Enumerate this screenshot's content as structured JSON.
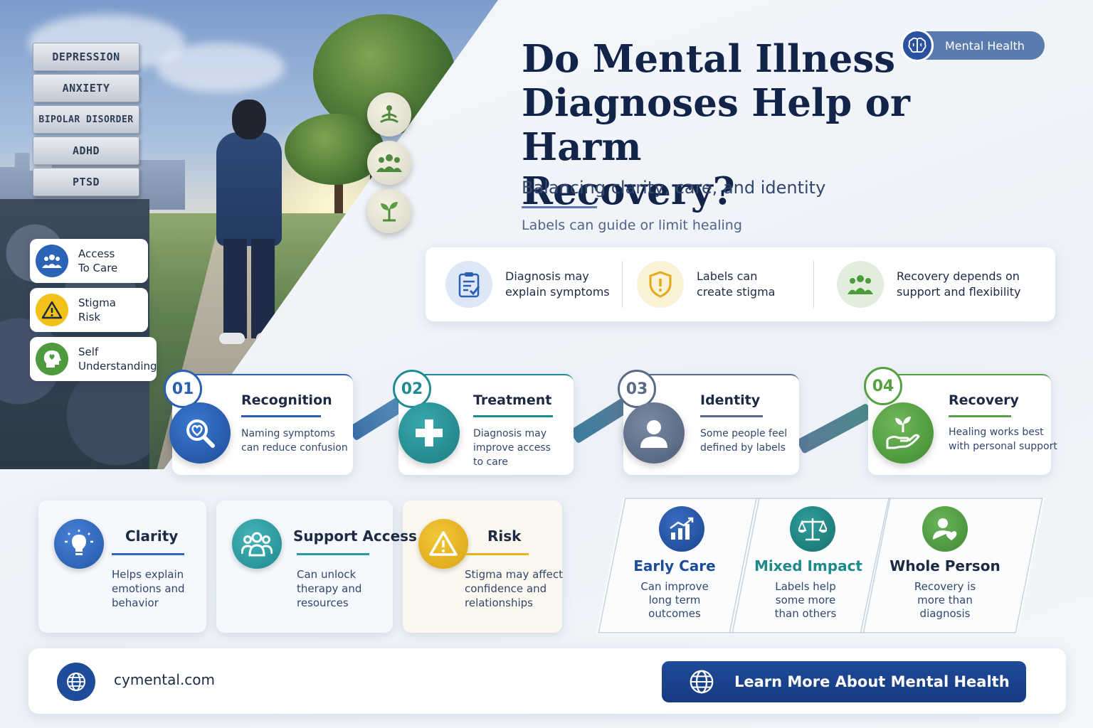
{
  "hero": {
    "signs": [
      "DEPRESSION",
      "ANXIETY",
      "BIPOLAR DISORDER",
      "ADHD",
      "PTSD"
    ],
    "float_icons": [
      "meditation-icon",
      "group-icon",
      "sprout-icon"
    ],
    "side_cards": [
      {
        "line1": "Access",
        "line2": "To Care",
        "icon": "people-icon",
        "color": "#2b63b8"
      },
      {
        "line1": "Stigma",
        "line2": "Risk",
        "icon": "warning-icon",
        "color": "#f2c21a"
      },
      {
        "line1": "Self",
        "line2": "Understanding",
        "icon": "head-heart-icon",
        "color": "#4f9a3f"
      }
    ]
  },
  "header": {
    "title_line1": "Do Mental Illness",
    "title_line2": "Diagnoses Help or Harm",
    "title_line3": "Recovery?",
    "subtitle": "Balancing clarity, care, and identity",
    "tagline": "Labels can guide or limit healing",
    "badge": "Mental Health"
  },
  "facts": [
    {
      "line1": "Diagnosis may",
      "line2": "explain symptoms",
      "icon": "clipboard-check-icon"
    },
    {
      "line1": "Labels can",
      "line2": "create stigma",
      "icon": "shield-alert-icon"
    },
    {
      "line1": "Recovery depends on",
      "line2": "support and flexibility",
      "icon": "group-icon"
    }
  ],
  "steps": [
    {
      "num": "01",
      "title": "Recognition",
      "desc1": "Naming symptoms",
      "desc2": "can reduce confusion",
      "desc3": "",
      "color": "#2b5fb3"
    },
    {
      "num": "02",
      "title": "Treatment",
      "desc1": "Diagnosis may",
      "desc2": "improve access",
      "desc3": "to care",
      "color": "#1f8c93"
    },
    {
      "num": "03",
      "title": "Identity",
      "desc1": "Some people feel",
      "desc2": "defined by labels",
      "desc3": "",
      "color": "#5a6b85"
    },
    {
      "num": "04",
      "title": "Recovery",
      "desc1": "Healing works best",
      "desc2": "with personal support",
      "desc3": "",
      "color": "#55a040"
    }
  ],
  "benefits": [
    {
      "title": "Clarity",
      "desc1": "Helps explain",
      "desc2": "emotions and",
      "desc3": "behavior",
      "color": "#2f67be"
    },
    {
      "title": "Support Access",
      "desc1": "Can unlock",
      "desc2": "therapy and",
      "desc3": "resources",
      "color": "#2a9aa2"
    },
    {
      "title": "Risk",
      "desc1": "Stigma may affect",
      "desc2": "confidence and",
      "desc3": "relationships",
      "color": "#e8b41c"
    }
  ],
  "outcomes": [
    {
      "title": "Early Care",
      "desc1": "Can improve",
      "desc2": "long term",
      "desc3": "outcomes",
      "color": "#1f4c99"
    },
    {
      "title": "Mixed Impact",
      "desc1": "Labels help",
      "desc2": "some more",
      "desc3": "than others",
      "color": "#1f8a8a"
    },
    {
      "title": "Whole Person",
      "desc1": "Recovery is",
      "desc2": "more than",
      "desc3": "diagnosis",
      "color": "#4f9a3f"
    }
  ],
  "footer": {
    "site": "cymental.com",
    "cta": "Learn More About Mental Health"
  }
}
